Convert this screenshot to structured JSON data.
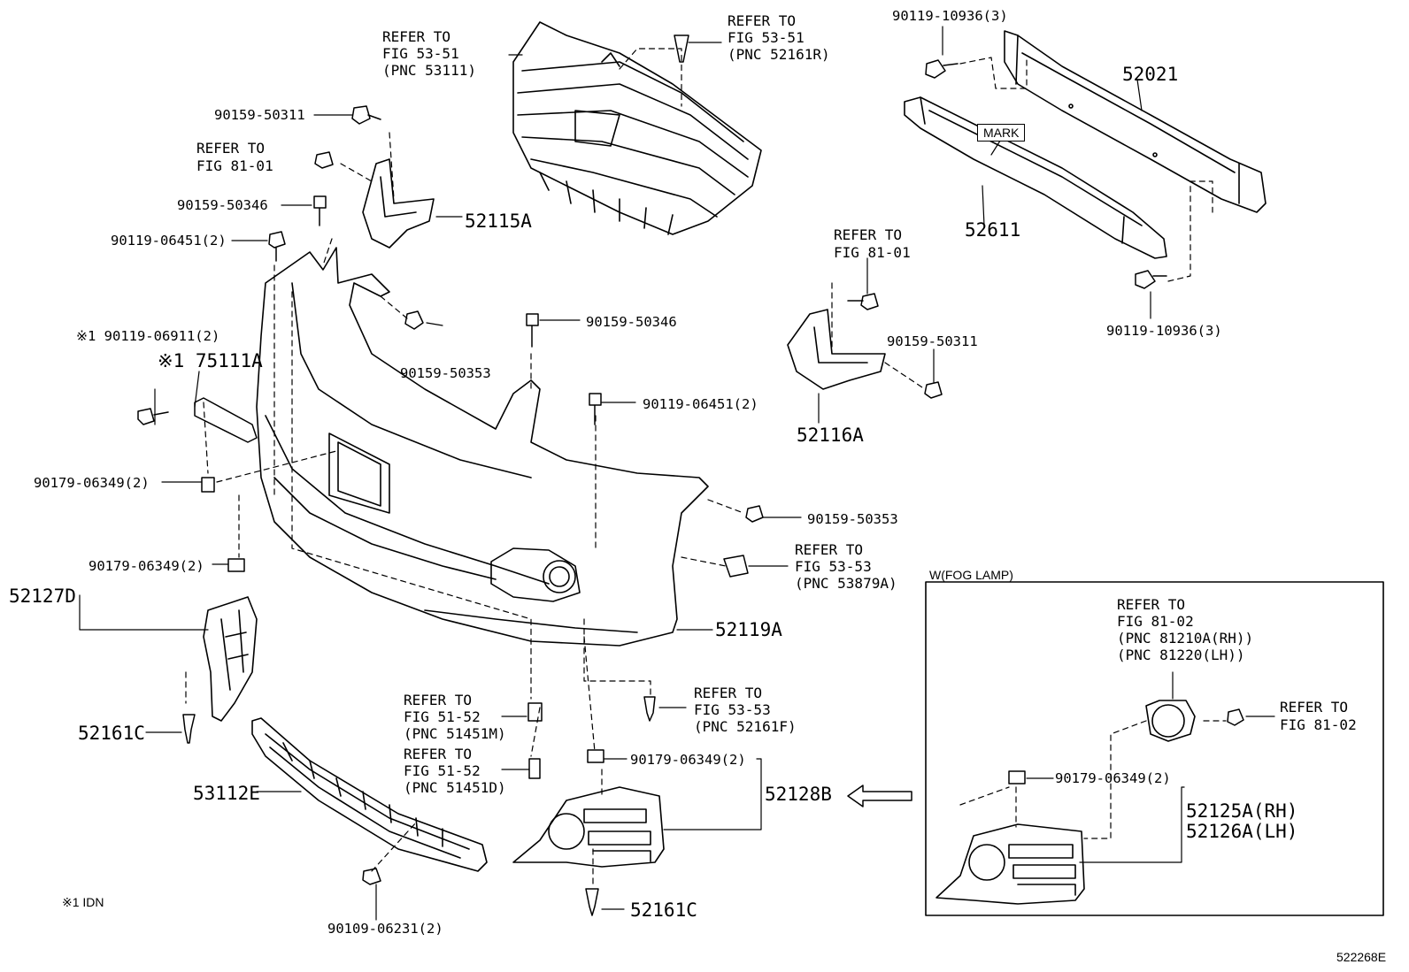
{
  "labels": {
    "ref_5351_grille": [
      "REFER TO",
      "FIG 53-51",
      "(PNC 53111)"
    ],
    "ref_5351_clip": [
      "REFER TO",
      "FIG 53-51",
      "(PNC 52161R)"
    ],
    "bolt_top_left": "90119-10936(3)",
    "bolt_bottom_right": "90119-10936(3)",
    "reinforcement": "52021",
    "absorber": "52611",
    "mark": "MARK",
    "screw_50311_left": "90159-50311",
    "ref_8101_left": [
      "REFER TO",
      "FIG 81-01"
    ],
    "screw_50346_left": "90159-50346",
    "bolt_06451_left": "90119-06451(2)",
    "bracket_lh": "52115A",
    "ref_8101_right": [
      "REFER TO",
      "FIG 81-01"
    ],
    "screw_50311_right": "90159-50311",
    "bracket_rh": "52116A",
    "bolt_06911": "※1 90119-06911(2)",
    "plate_bracket": "※1 75111A",
    "screw_50353_top": "90159-50353",
    "screw_50346_center": "90159-50346",
    "bolt_06451_center": "90119-06451(2)",
    "nut_06349_left": "90179-06349(2)",
    "screw_50353_right": "90159-50353",
    "ref_5353_53879": [
      "REFER TO",
      "FIG 53-53",
      "(PNC 53879A)"
    ],
    "nut_06349_cover": "90179-06349(2)",
    "cover_lh": "52127D",
    "bumper_cover": "52119A",
    "clip_left": "52161C",
    "ref_5152_m": [
      "REFER TO",
      "FIG 51-52",
      "(PNC 51451M)"
    ],
    "ref_5353_52161f": [
      "REFER TO",
      "FIG 53-53",
      "(PNC 52161F)"
    ],
    "ref_5152_d": [
      "REFER TO",
      "FIG 51-52",
      "(PNC 51451D)"
    ],
    "nut_06349_lower": "90179-06349(2)",
    "cover_rh": "52128B",
    "lower_grille": "53112E",
    "clip_bottom": "52161C",
    "screw_06231": "90109-06231(2)",
    "footnote": "※1 IDN",
    "fog_box_title": "W(FOG LAMP)",
    "ref_8102_lamp": [
      "REFER TO",
      "FIG 81-02",
      "(PNC 81210A(RH))",
      "(PNC 81220(LH))"
    ],
    "ref_8102_screw": [
      "REFER TO",
      "FIG 81-02"
    ],
    "nut_06349_fog": "90179-06349(2)",
    "fog_cover_rh": "52125A(RH)",
    "fog_cover_lh": "52126A(LH)",
    "illustration_number": "522268E"
  }
}
